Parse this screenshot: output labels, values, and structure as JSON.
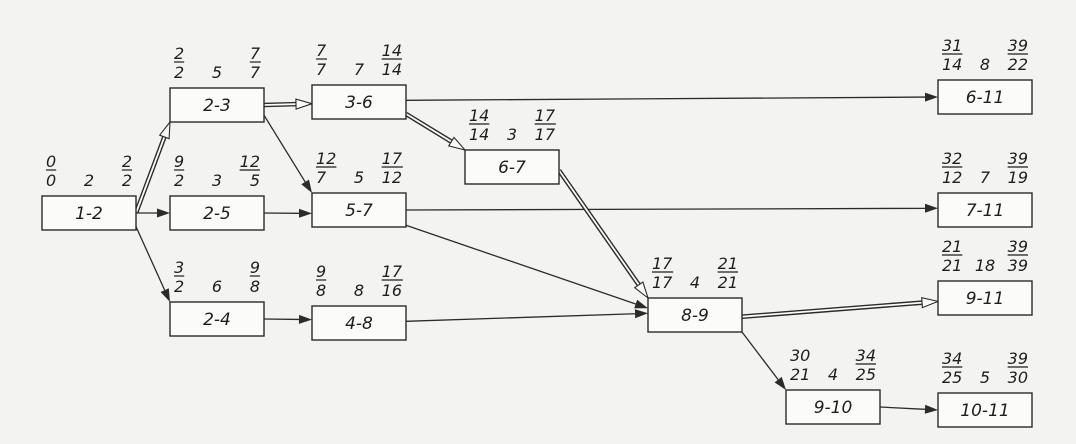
{
  "nodes": [
    {
      "id": "1-2",
      "label": "1-2",
      "ls": "0",
      "es": "0",
      "dur": "2",
      "ef": "2",
      "lf": "2"
    },
    {
      "id": "2-3",
      "label": "2-3",
      "ls": "2",
      "es": "2",
      "dur": "5",
      "ef": "7",
      "lf": "7"
    },
    {
      "id": "2-5",
      "label": "2-5",
      "ls": "9",
      "es": "2",
      "dur": "3",
      "ef": "5",
      "lf": "12"
    },
    {
      "id": "2-4",
      "label": "2-4",
      "ls": "3",
      "es": "2",
      "dur": "6",
      "ef": "8",
      "lf": "9"
    },
    {
      "id": "3-6",
      "label": "3-6",
      "ls": "7",
      "es": "7",
      "dur": "7",
      "ef": "14",
      "lf": "14"
    },
    {
      "id": "5-7",
      "label": "5-7",
      "ls": "12",
      "es": "7",
      "dur": "5",
      "ef": "12",
      "lf": "17"
    },
    {
      "id": "4-8",
      "label": "4-8",
      "ls": "9",
      "es": "8",
      "dur": "8",
      "ef": "16",
      "lf": "17"
    },
    {
      "id": "6-7",
      "label": "6-7",
      "ls": "14",
      "es": "14",
      "dur": "3",
      "ef": "17",
      "lf": "17"
    },
    {
      "id": "8-9",
      "label": "8-9",
      "ls": "17",
      "es": "17",
      "dur": "4",
      "ef": "21",
      "lf": "21"
    },
    {
      "id": "9-10",
      "label": "9-10",
      "ls": "30",
      "es": "21",
      "dur": "4",
      "ef": "25",
      "lf": "34"
    },
    {
      "id": "6-11",
      "label": "6-11",
      "ls": "31",
      "es": "14",
      "dur": "8",
      "ef": "22",
      "lf": "39"
    },
    {
      "id": "7-11",
      "label": "7-11",
      "ls": "32",
      "es": "12",
      "dur": "7",
      "ef": "19",
      "lf": "39"
    },
    {
      "id": "9-11",
      "label": "9-11",
      "ls": "21",
      "es": "21",
      "dur": "18",
      "ef": "39",
      "lf": "39"
    },
    {
      "id": "10-11",
      "label": "10-11",
      "ls": "34",
      "es": "25",
      "dur": "5",
      "ef": "30",
      "lf": "39"
    }
  ],
  "edges": [
    {
      "from": "1-2",
      "to": "2-3",
      "critical": true
    },
    {
      "from": "1-2",
      "to": "2-5",
      "critical": false
    },
    {
      "from": "1-2",
      "to": "2-4",
      "critical": false
    },
    {
      "from": "2-3",
      "to": "3-6",
      "critical": true
    },
    {
      "from": "2-3",
      "to": "5-7",
      "critical": false
    },
    {
      "from": "2-5",
      "to": "5-7",
      "critical": false
    },
    {
      "from": "2-4",
      "to": "4-8",
      "critical": false
    },
    {
      "from": "3-6",
      "to": "6-7",
      "critical": true
    },
    {
      "from": "3-6",
      "to": "6-11",
      "critical": false
    },
    {
      "from": "5-7",
      "to": "7-11",
      "critical": false
    },
    {
      "from": "5-7",
      "to": "8-9",
      "critical": false
    },
    {
      "from": "6-7",
      "to": "8-9",
      "critical": true
    },
    {
      "from": "4-8",
      "to": "8-9",
      "critical": false
    },
    {
      "from": "8-9",
      "to": "9-11",
      "critical": true
    },
    {
      "from": "8-9",
      "to": "9-10",
      "critical": false
    },
    {
      "from": "9-10",
      "to": "10-11",
      "critical": false
    }
  ]
}
